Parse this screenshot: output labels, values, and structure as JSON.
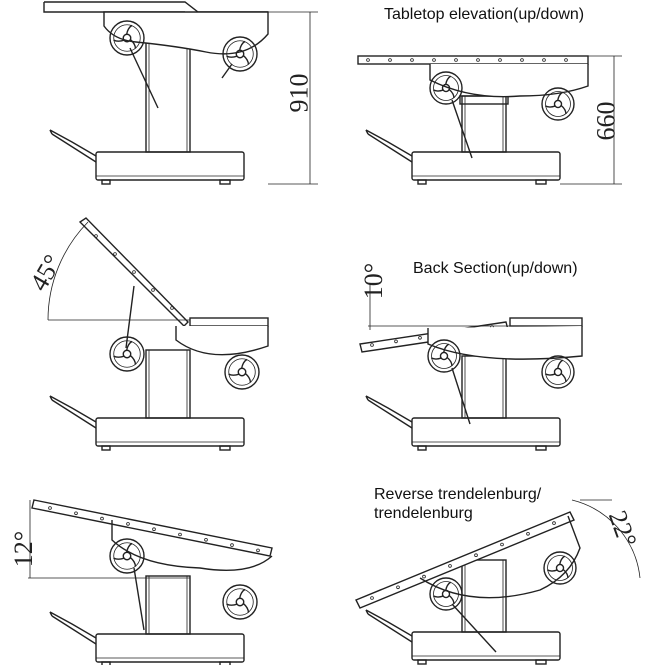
{
  "captions": {
    "tabletop": "Tabletop elevation(up/down)",
    "back": "Back Section(up/down)",
    "trend_line1": "Reverse trendelenburg/",
    "trend_line2": "trendelenburg"
  },
  "dimensions": {
    "max_height": "910",
    "min_height": "660",
    "back_up": "45°",
    "back_down": "10°",
    "tilt_a": "12°",
    "tilt_b": "22°"
  }
}
